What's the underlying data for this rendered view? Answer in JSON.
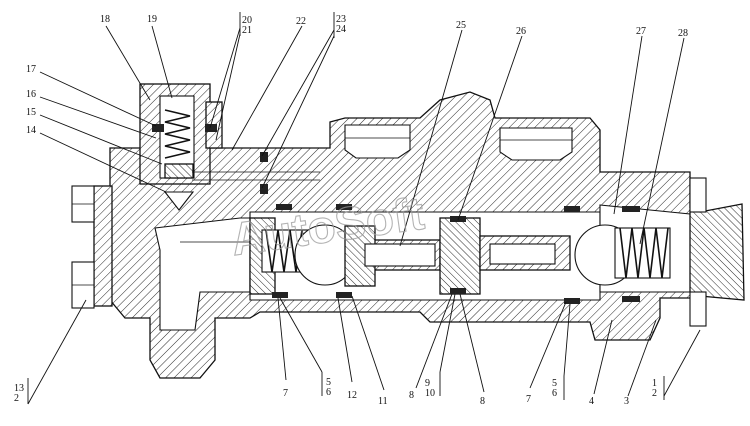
{
  "watermark": "AutoSoft",
  "callouts": [
    {
      "id": "c1",
      "text": "18"
    },
    {
      "id": "c2",
      "text": "19"
    },
    {
      "id": "c3",
      "text": "20"
    },
    {
      "id": "c4",
      "text": "21"
    },
    {
      "id": "c5",
      "text": "22"
    },
    {
      "id": "c6",
      "text": "23"
    },
    {
      "id": "c7",
      "text": "24"
    },
    {
      "id": "c8",
      "text": "25"
    },
    {
      "id": "c9",
      "text": "26"
    },
    {
      "id": "c10",
      "text": "27"
    },
    {
      "id": "c11",
      "text": "28"
    },
    {
      "id": "c12",
      "text": "17"
    },
    {
      "id": "c13",
      "text": "16"
    },
    {
      "id": "c14",
      "text": "15"
    },
    {
      "id": "c15",
      "text": "14"
    },
    {
      "id": "c16",
      "text": "13"
    },
    {
      "id": "c17",
      "text": "2"
    },
    {
      "id": "c18",
      "text": "7"
    },
    {
      "id": "c19",
      "text": "5"
    },
    {
      "id": "c20",
      "text": "6"
    },
    {
      "id": "c21",
      "text": "12"
    },
    {
      "id": "c22",
      "text": "11"
    },
    {
      "id": "c23",
      "text": "8"
    },
    {
      "id": "c24",
      "text": "9"
    },
    {
      "id": "c25",
      "text": "10"
    },
    {
      "id": "c26",
      "text": "8"
    },
    {
      "id": "c27",
      "text": "7"
    },
    {
      "id": "c28",
      "text": "5"
    },
    {
      "id": "c29",
      "text": "6"
    },
    {
      "id": "c30",
      "text": "4"
    },
    {
      "id": "c31",
      "text": "3"
    },
    {
      "id": "c32",
      "text": "1"
    },
    {
      "id": "c33",
      "text": "2"
    }
  ]
}
